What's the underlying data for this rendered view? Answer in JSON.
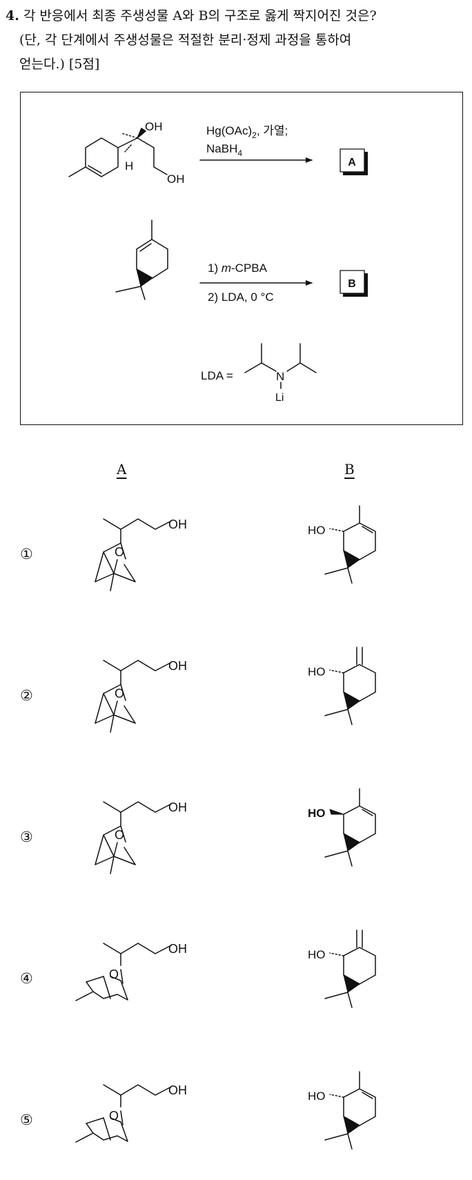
{
  "question": {
    "number": "4.",
    "text_line1": "각 반응에서 최종 주생성물 A와 B의 구조로 옳게 짝지어진 것은?",
    "text_line2": "(단, 각 단계에서 주생성물은 적절한 분리·정제 과정을 통하여",
    "text_line3": "얻는다.) [5점]"
  },
  "scheme": {
    "reaction1": {
      "oh_top": "OH",
      "h_label": "H",
      "oh_bottom": "OH",
      "reagent_line1": "Hg(OAc)",
      "reagent_line1_sub": "2",
      "reagent_line1_rest": ", 가열;",
      "reagent_line2": "NaBH",
      "reagent_line2_sub": "4",
      "product": "A"
    },
    "reaction2": {
      "step1_prefix": "1) ",
      "step1_italic": "m",
      "step1_rest": "-CPBA",
      "step2": "2) LDA, 0 °C",
      "product": "B"
    },
    "lda": {
      "label": "LDA =",
      "n": "N",
      "li": "Li"
    }
  },
  "columns": {
    "a": "A",
    "b": "B"
  },
  "options": [
    {
      "marker": "①",
      "a_oh": "OH",
      "a_o": "O",
      "b_label": "HO"
    },
    {
      "marker": "②",
      "a_oh": "OH",
      "a_o": "O",
      "b_label": "HO"
    },
    {
      "marker": "③",
      "a_oh": "OH",
      "a_o": "O",
      "b_label": "HO"
    },
    {
      "marker": "④",
      "a_oh": "OH",
      "a_o": "O",
      "b_label": "HO"
    },
    {
      "marker": "⑤",
      "a_oh": "OH",
      "a_o": "O",
      "b_label": "HO"
    }
  ]
}
